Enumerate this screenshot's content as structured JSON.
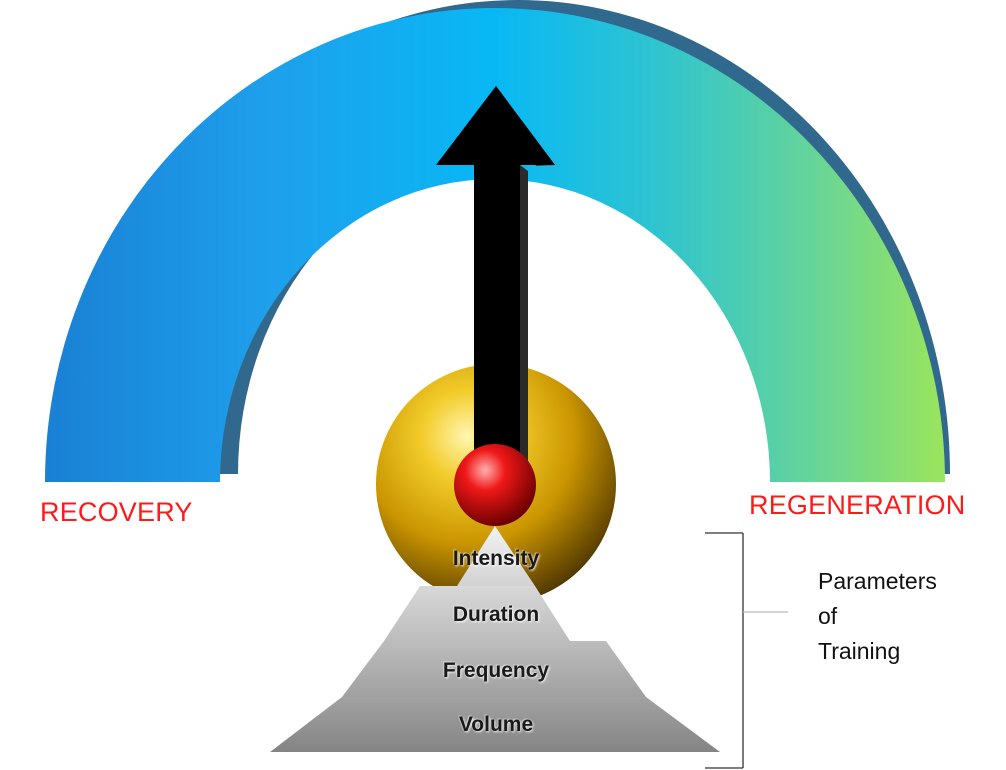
{
  "gauge": {
    "left_label": "RECOVERY",
    "right_label": "REGENERATION",
    "gradient_colors": [
      "#1a80d4",
      "#1ea0ec",
      "#08b8f5",
      "#2fc4cf",
      "#64d49a",
      "#9be45c"
    ],
    "label_color": "#ff1a1a"
  },
  "pointer": {
    "direction": "up",
    "arrow_color": "#000000",
    "hub_color": "#e01010",
    "ball_color": "#e8b400"
  },
  "pyramid": {
    "tiers": [
      {
        "label": "Intensity",
        "color": "#dcdcdc"
      },
      {
        "label": "Duration",
        "color": "#c2c2c2"
      },
      {
        "label": "Frequency",
        "color": "#a6a6a6"
      },
      {
        "label": "Volume",
        "color": "#8c8c8c"
      }
    ]
  },
  "bracket": {
    "lines": [
      "Parameters",
      "of",
      "Training"
    ]
  }
}
